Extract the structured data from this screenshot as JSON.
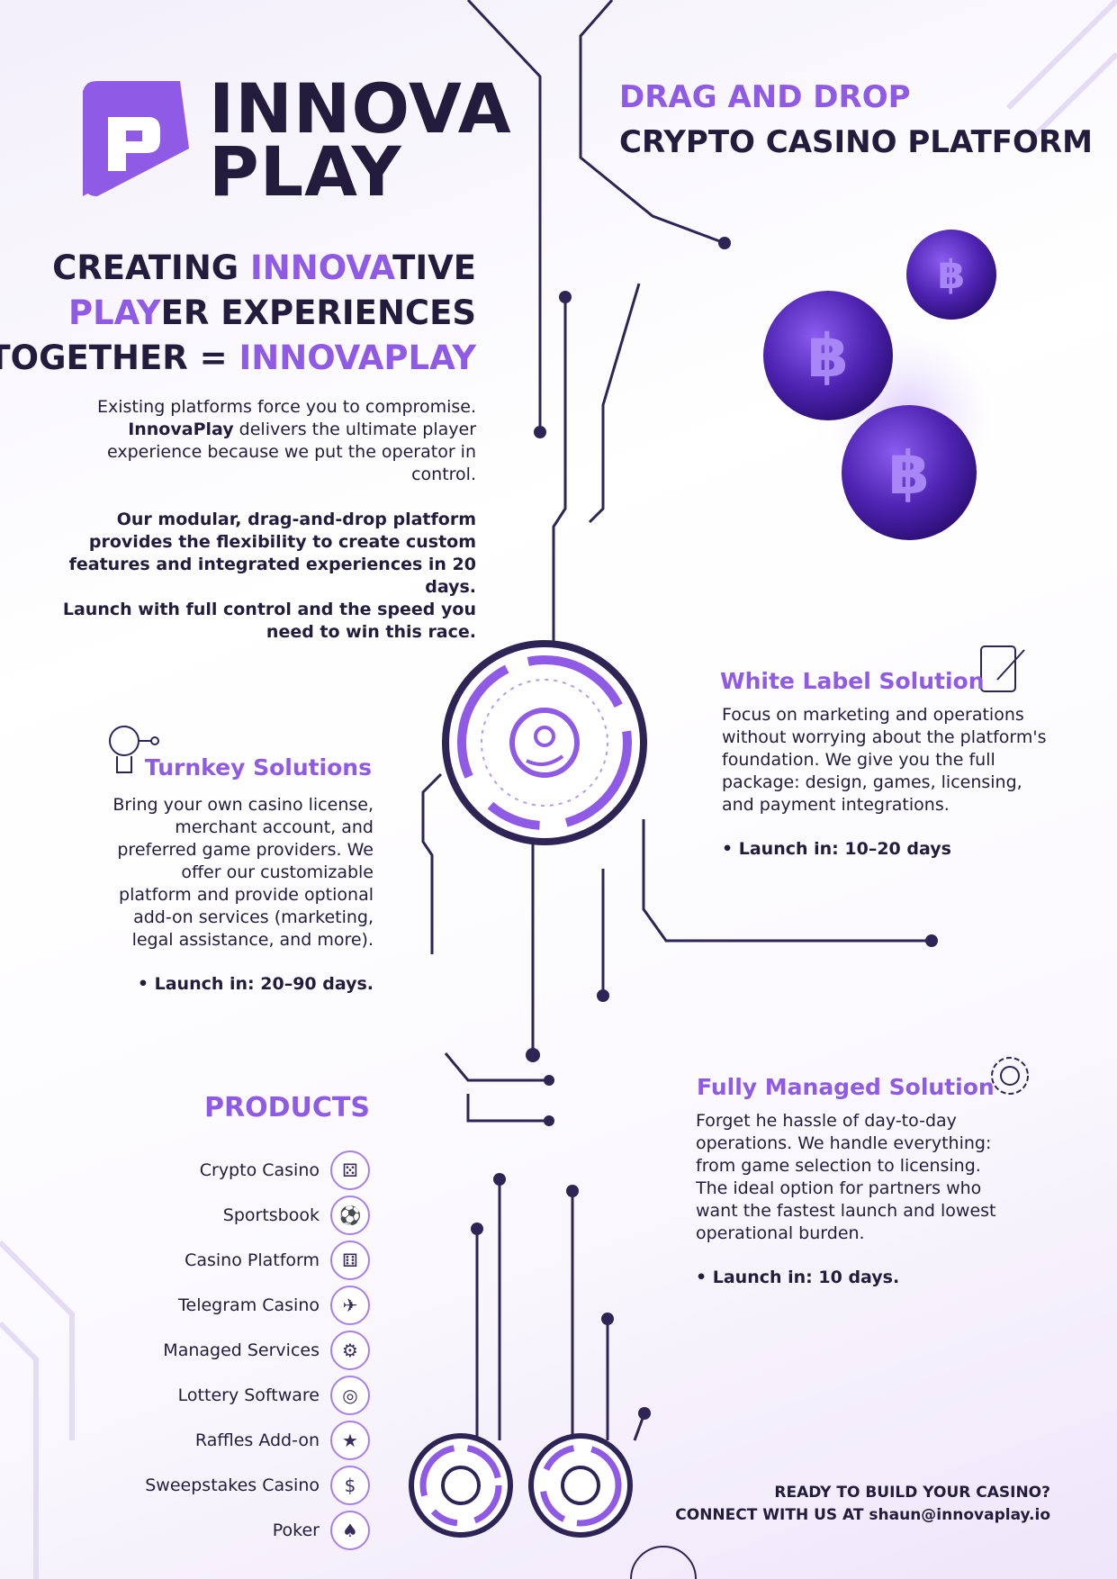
{
  "brand": {
    "name_line1": "INNOVA",
    "name_line2": "PLAY"
  },
  "header": {
    "line1": "DRAG AND DROP",
    "line2": "CRYPTO CASINO PLATFORM"
  },
  "headline": {
    "l1_hl": "INNOVA",
    "l1_rest": "TIVE",
    "l1_pre": "CREATING ",
    "l2_hl": "PLAY",
    "l2_rest": "ER EXPERIENCES",
    "l3_pre": "TOGETHER = ",
    "l3_hl": "INNOVAPLAY"
  },
  "intro": {
    "p1_a": "Existing platforms force you to compromise.",
    "p1_brand": "InnovaPlay",
    "p1_b": " delivers the ultimate player experience because we put the operator in control.",
    "p2": "Our modular, drag-and-drop platform provides the flexibility to create custom features and integrated experiences in 20 days.",
    "p3": "Launch with full control and the speed you need to win this race."
  },
  "turnkey": {
    "title": "Turnkey Solutions",
    "body": "Bring your own casino license, merchant account, and preferred game providers. We offer our customizable platform and provide optional add-on services (marketing, legal assistance, and more).",
    "launch": "• Launch in: 20–90 days.",
    "icon": "lightbulb-icon"
  },
  "white_label": {
    "title": "White Label Solution",
    "body": "Focus on marketing and operations without worrying about the platform's foundation. We give you the full package: design, games, licensing, and payment integrations.",
    "launch": "• Launch in: 10–20 days",
    "icon": "tablet-pen-icon"
  },
  "managed": {
    "title": "Fully Managed Solution",
    "body": "Forget he hassle of day-to-day operations. We handle everything: from game selection to licensing. The ideal option for partners who want the fastest launch and lowest operational burden.",
    "launch": "• Launch in: 10 days.",
    "icon": "gear-people-icon"
  },
  "products": {
    "title": "PRODUCTS",
    "items": [
      {
        "label": "Crypto Casino",
        "icon": "dice-coin-icon",
        "glyph": "⚄"
      },
      {
        "label": "Sportsbook",
        "icon": "soccer-ball-icon",
        "glyph": "⚽"
      },
      {
        "label": "Casino Platform",
        "icon": "dice-icon",
        "glyph": "⚅"
      },
      {
        "label": "Telegram Casino",
        "icon": "paper-plane-icon",
        "glyph": "✈"
      },
      {
        "label": "Managed Services",
        "icon": "gear-icon",
        "glyph": "⚙"
      },
      {
        "label": "Lottery Software",
        "icon": "lottery-wheel-icon",
        "glyph": "◎"
      },
      {
        "label": "Raffles Add-on",
        "icon": "ticket-icon",
        "glyph": "★"
      },
      {
        "label": "Sweepstakes Casino",
        "icon": "coin-icon",
        "glyph": "$"
      },
      {
        "label": "Poker",
        "icon": "playing-card-icon",
        "glyph": "♠"
      }
    ]
  },
  "cta": {
    "line1": "READY TO BUILD YOUR CASINO?",
    "line2": "CONNECT WITH US AT shaun@innovaplay.io"
  },
  "colors": {
    "accent": "#8f5ae6",
    "dark": "#231c3c",
    "coin": "#5a2fbf"
  }
}
